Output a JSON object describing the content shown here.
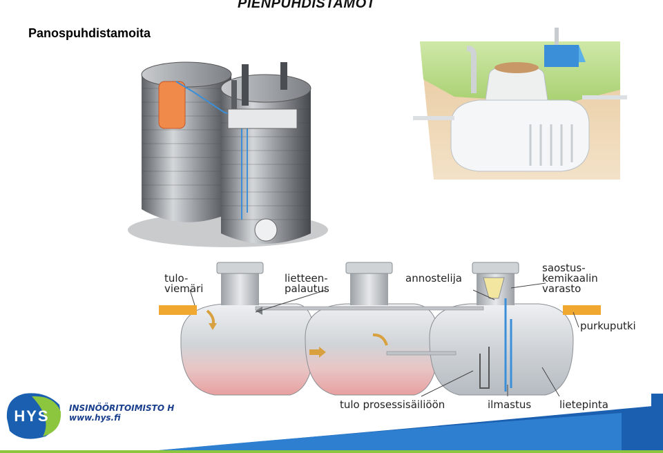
{
  "slide": {
    "title": "PIENPUHDISTAMOT",
    "subtitle": "Panospuhdistamoita"
  },
  "diagram": {
    "labels": {
      "tuloviemari": [
        "tulo-",
        "viemäri"
      ],
      "lietteenpalautus": [
        "lietteen-",
        "palautus"
      ],
      "annostelija": "annostelija",
      "saostuskemikaalin": [
        "saostus-",
        "kemikaalin",
        "varasto"
      ],
      "purkuputki": "purkuputki",
      "tuloprosessisailioon": "tulo prosessisäiliöön",
      "ilmastus": "ilmastus",
      "lietepinta": "lietepinta"
    }
  },
  "footer": {
    "logo_letters": "HYS",
    "company": "INSINÖÖRITOIMISTO H",
    "website": "www.hys.fi"
  },
  "colors": {
    "pipe_orange": "#f0a830",
    "water_blue": "#3a8fd8",
    "sludge_pink": "#e8a0a0",
    "logo_blue": "#1a5fb0",
    "logo_green": "#8cc63f"
  }
}
